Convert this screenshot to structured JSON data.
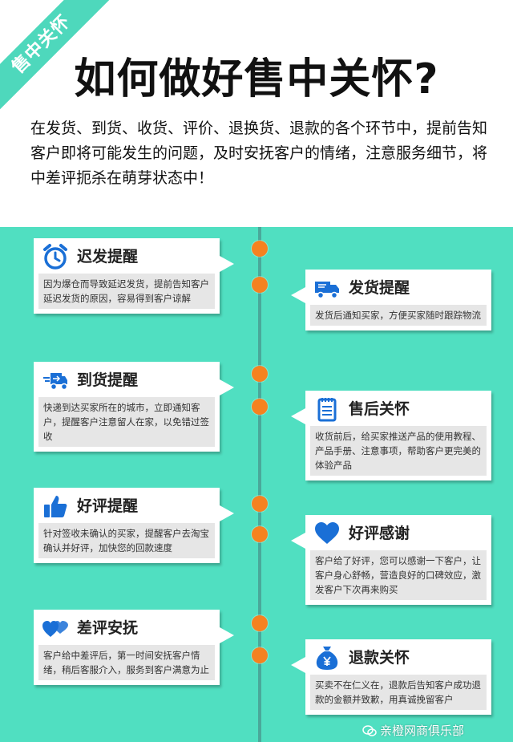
{
  "header": {
    "ribbon_label": "售中关怀",
    "title": "如何做好售中关怀?",
    "intro": "在发货、到货、收货、评价、退换货、退款的各个环节中，提前告知客户即将可能发生的问题，及时安抚客户的情绪，注意服务细节，将中差评扼杀在萌芽状态中！"
  },
  "colors": {
    "panel": "#50dfc1",
    "ribbon": "#4ed8bc",
    "dot": "#f58220",
    "icon_blue": "#1a6fd6"
  },
  "cards": [
    {
      "icon": "alarm-clock-icon",
      "title": "迟发提醒",
      "body": "因为爆仓而导致延迟发货，提前告知客户延迟发货的原因，容易得到客户谅解"
    },
    {
      "icon": "delivery-truck-icon",
      "title": "发货提醒",
      "body": "发货后通知买家，方便买家随时跟踪物流"
    },
    {
      "icon": "truck-arrival-icon",
      "title": "到货提醒",
      "body": "快递到达买家所在的城市，立即通知客户，提醒客户注意留人在家，以免错过签收"
    },
    {
      "icon": "notepad-icon",
      "title": "售后关怀",
      "body": "收货前后，给买家推送产品的使用教程、产品手册、注意事项，帮助客户更完美的体验产品"
    },
    {
      "icon": "thumbs-up-icon",
      "title": "好评提醒",
      "body": "针对签收未确认的买家，提醒客户去淘宝确认并好评，加快您的回款速度"
    },
    {
      "icon": "heart-icon",
      "title": "好评感谢",
      "body": "客户给了好评，您可以感谢一下客户，让客户身心舒畅，营造良好的口碑效应，激发客户下次再来购买"
    },
    {
      "icon": "double-heart-icon",
      "title": "差评安抚",
      "body": "客户给中差评后，第一时间安抚客户情绪，稍后客服介入，服务到客户满意为止"
    },
    {
      "icon": "money-bag-icon",
      "title": "退款关怀",
      "body": "买卖不在仁义在，退款后告知客户成功退款的金额并致歉，用真诚挽留客户"
    }
  ],
  "watermark": "亲橙网商俱乐部"
}
